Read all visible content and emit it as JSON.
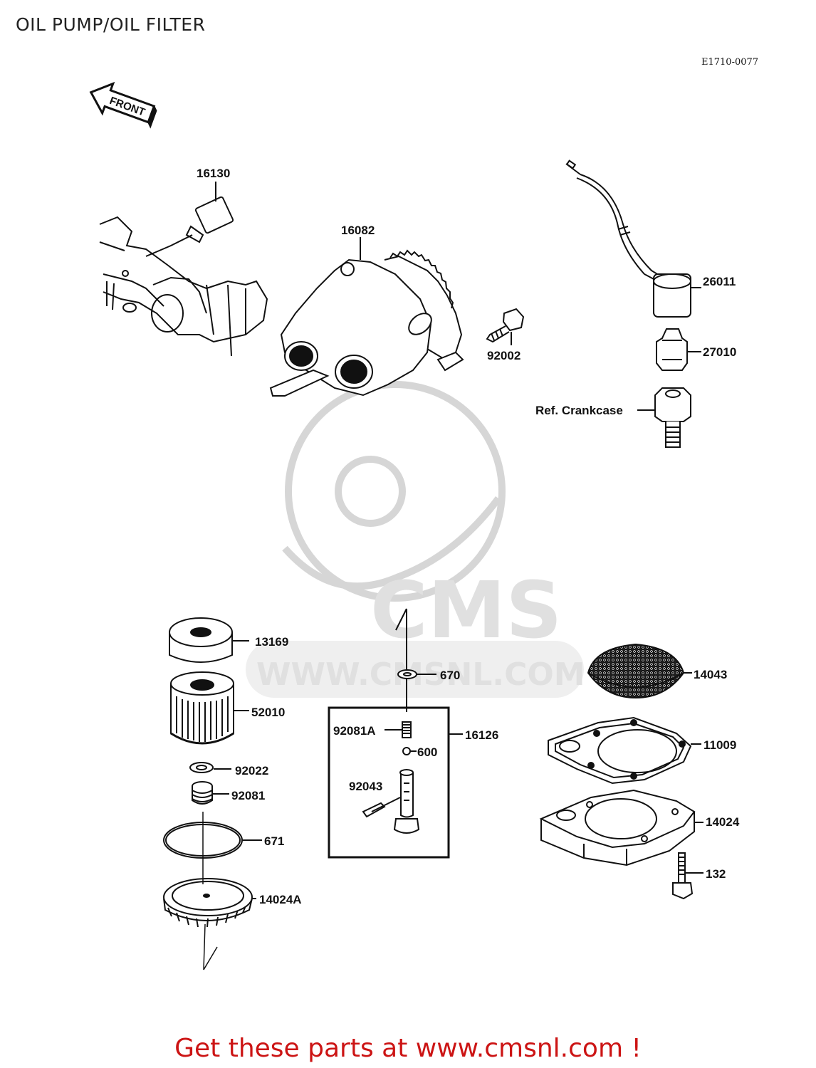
{
  "title": "OIL PUMP/OIL FILTER",
  "diagram_code": "E1710-0077",
  "front_arrow_label": "FRONT",
  "watermark": {
    "brand": "CMS",
    "url": "WWW.CMSNL.COM"
  },
  "callouts": [
    {
      "id": "16130",
      "label": "16130"
    },
    {
      "id": "16082",
      "label": "16082"
    },
    {
      "id": "92002",
      "label": "92002"
    },
    {
      "id": "26011",
      "label": "26011"
    },
    {
      "id": "27010",
      "label": "27010"
    },
    {
      "id": "ref-crankcase",
      "label": "Ref. Crankcase"
    },
    {
      "id": "13169",
      "label": "13169"
    },
    {
      "id": "52010",
      "label": "52010"
    },
    {
      "id": "92022",
      "label": "92022"
    },
    {
      "id": "92081",
      "label": "92081"
    },
    {
      "id": "671",
      "label": "671"
    },
    {
      "id": "14024A",
      "label": "14024A"
    },
    {
      "id": "670",
      "label": "670"
    },
    {
      "id": "92081A",
      "label": "92081A"
    },
    {
      "id": "600",
      "label": "600"
    },
    {
      "id": "16126",
      "label": "16126"
    },
    {
      "id": "92043",
      "label": "92043"
    },
    {
      "id": "14043",
      "label": "14043"
    },
    {
      "id": "11009",
      "label": "11009"
    },
    {
      "id": "14024",
      "label": "14024"
    },
    {
      "id": "132",
      "label": "132"
    }
  ],
  "footer": "Get these parts at www.cmsnl.com !"
}
